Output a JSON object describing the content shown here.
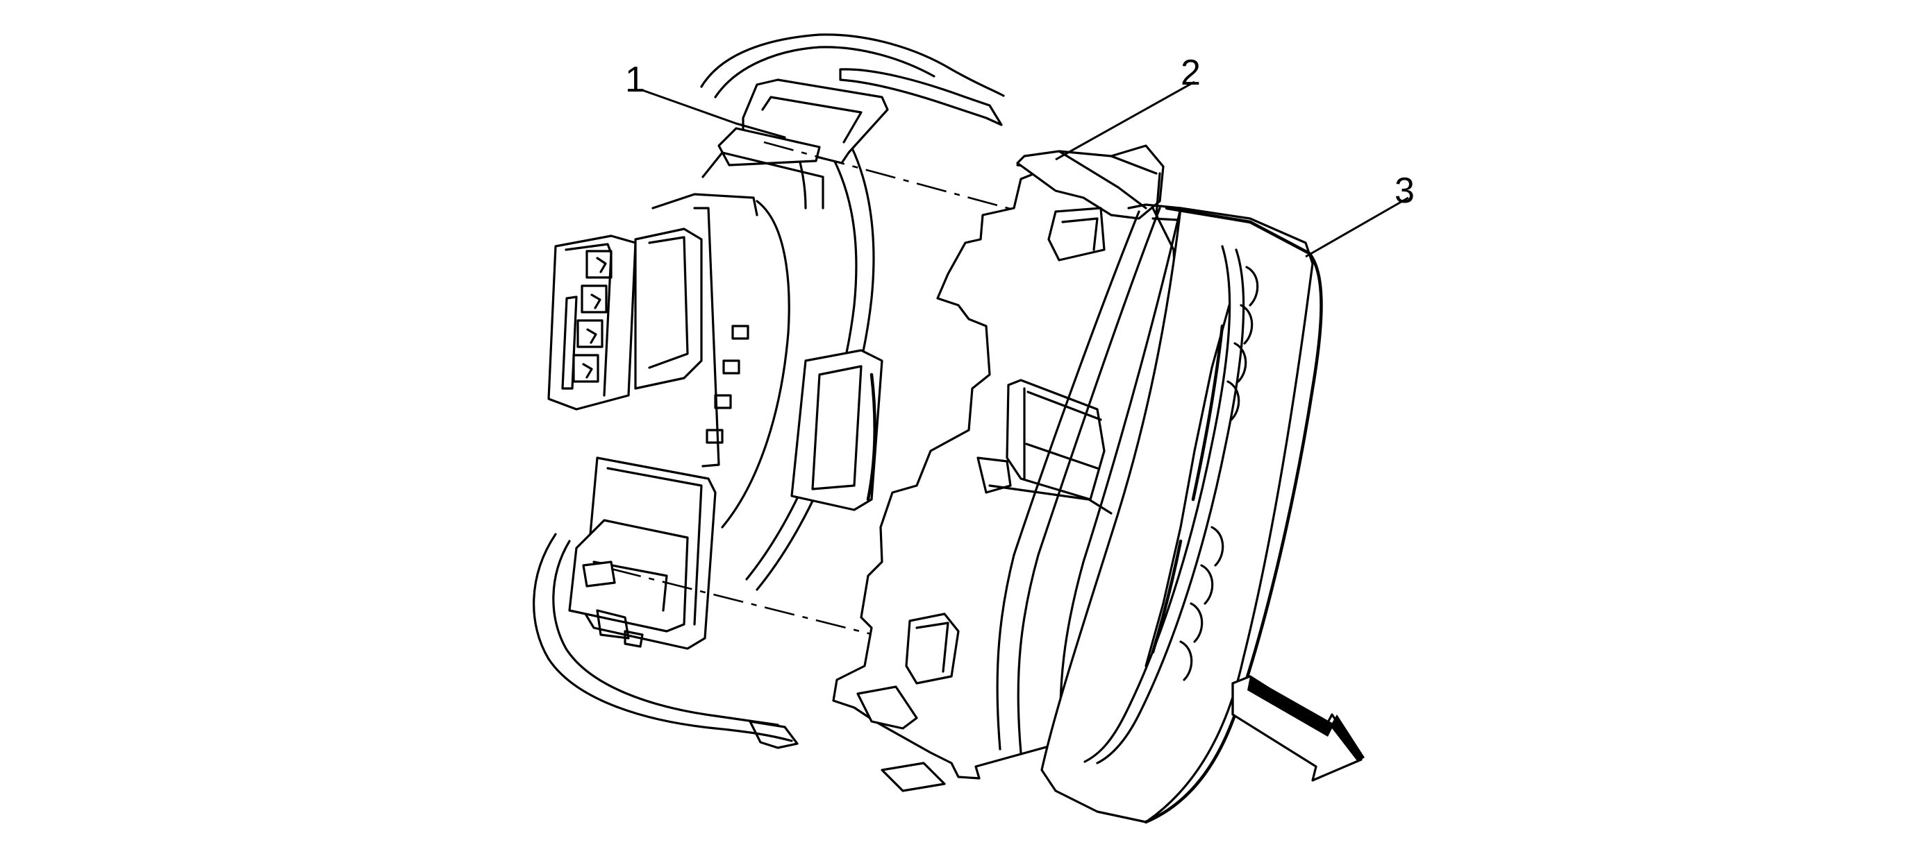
{
  "callouts": [
    {
      "id": "1",
      "label": "1"
    },
    {
      "id": "2",
      "label": "2"
    },
    {
      "id": "3",
      "label": "3"
    }
  ],
  "icons": {
    "direction_arrow": "direction-arrow-icon"
  }
}
